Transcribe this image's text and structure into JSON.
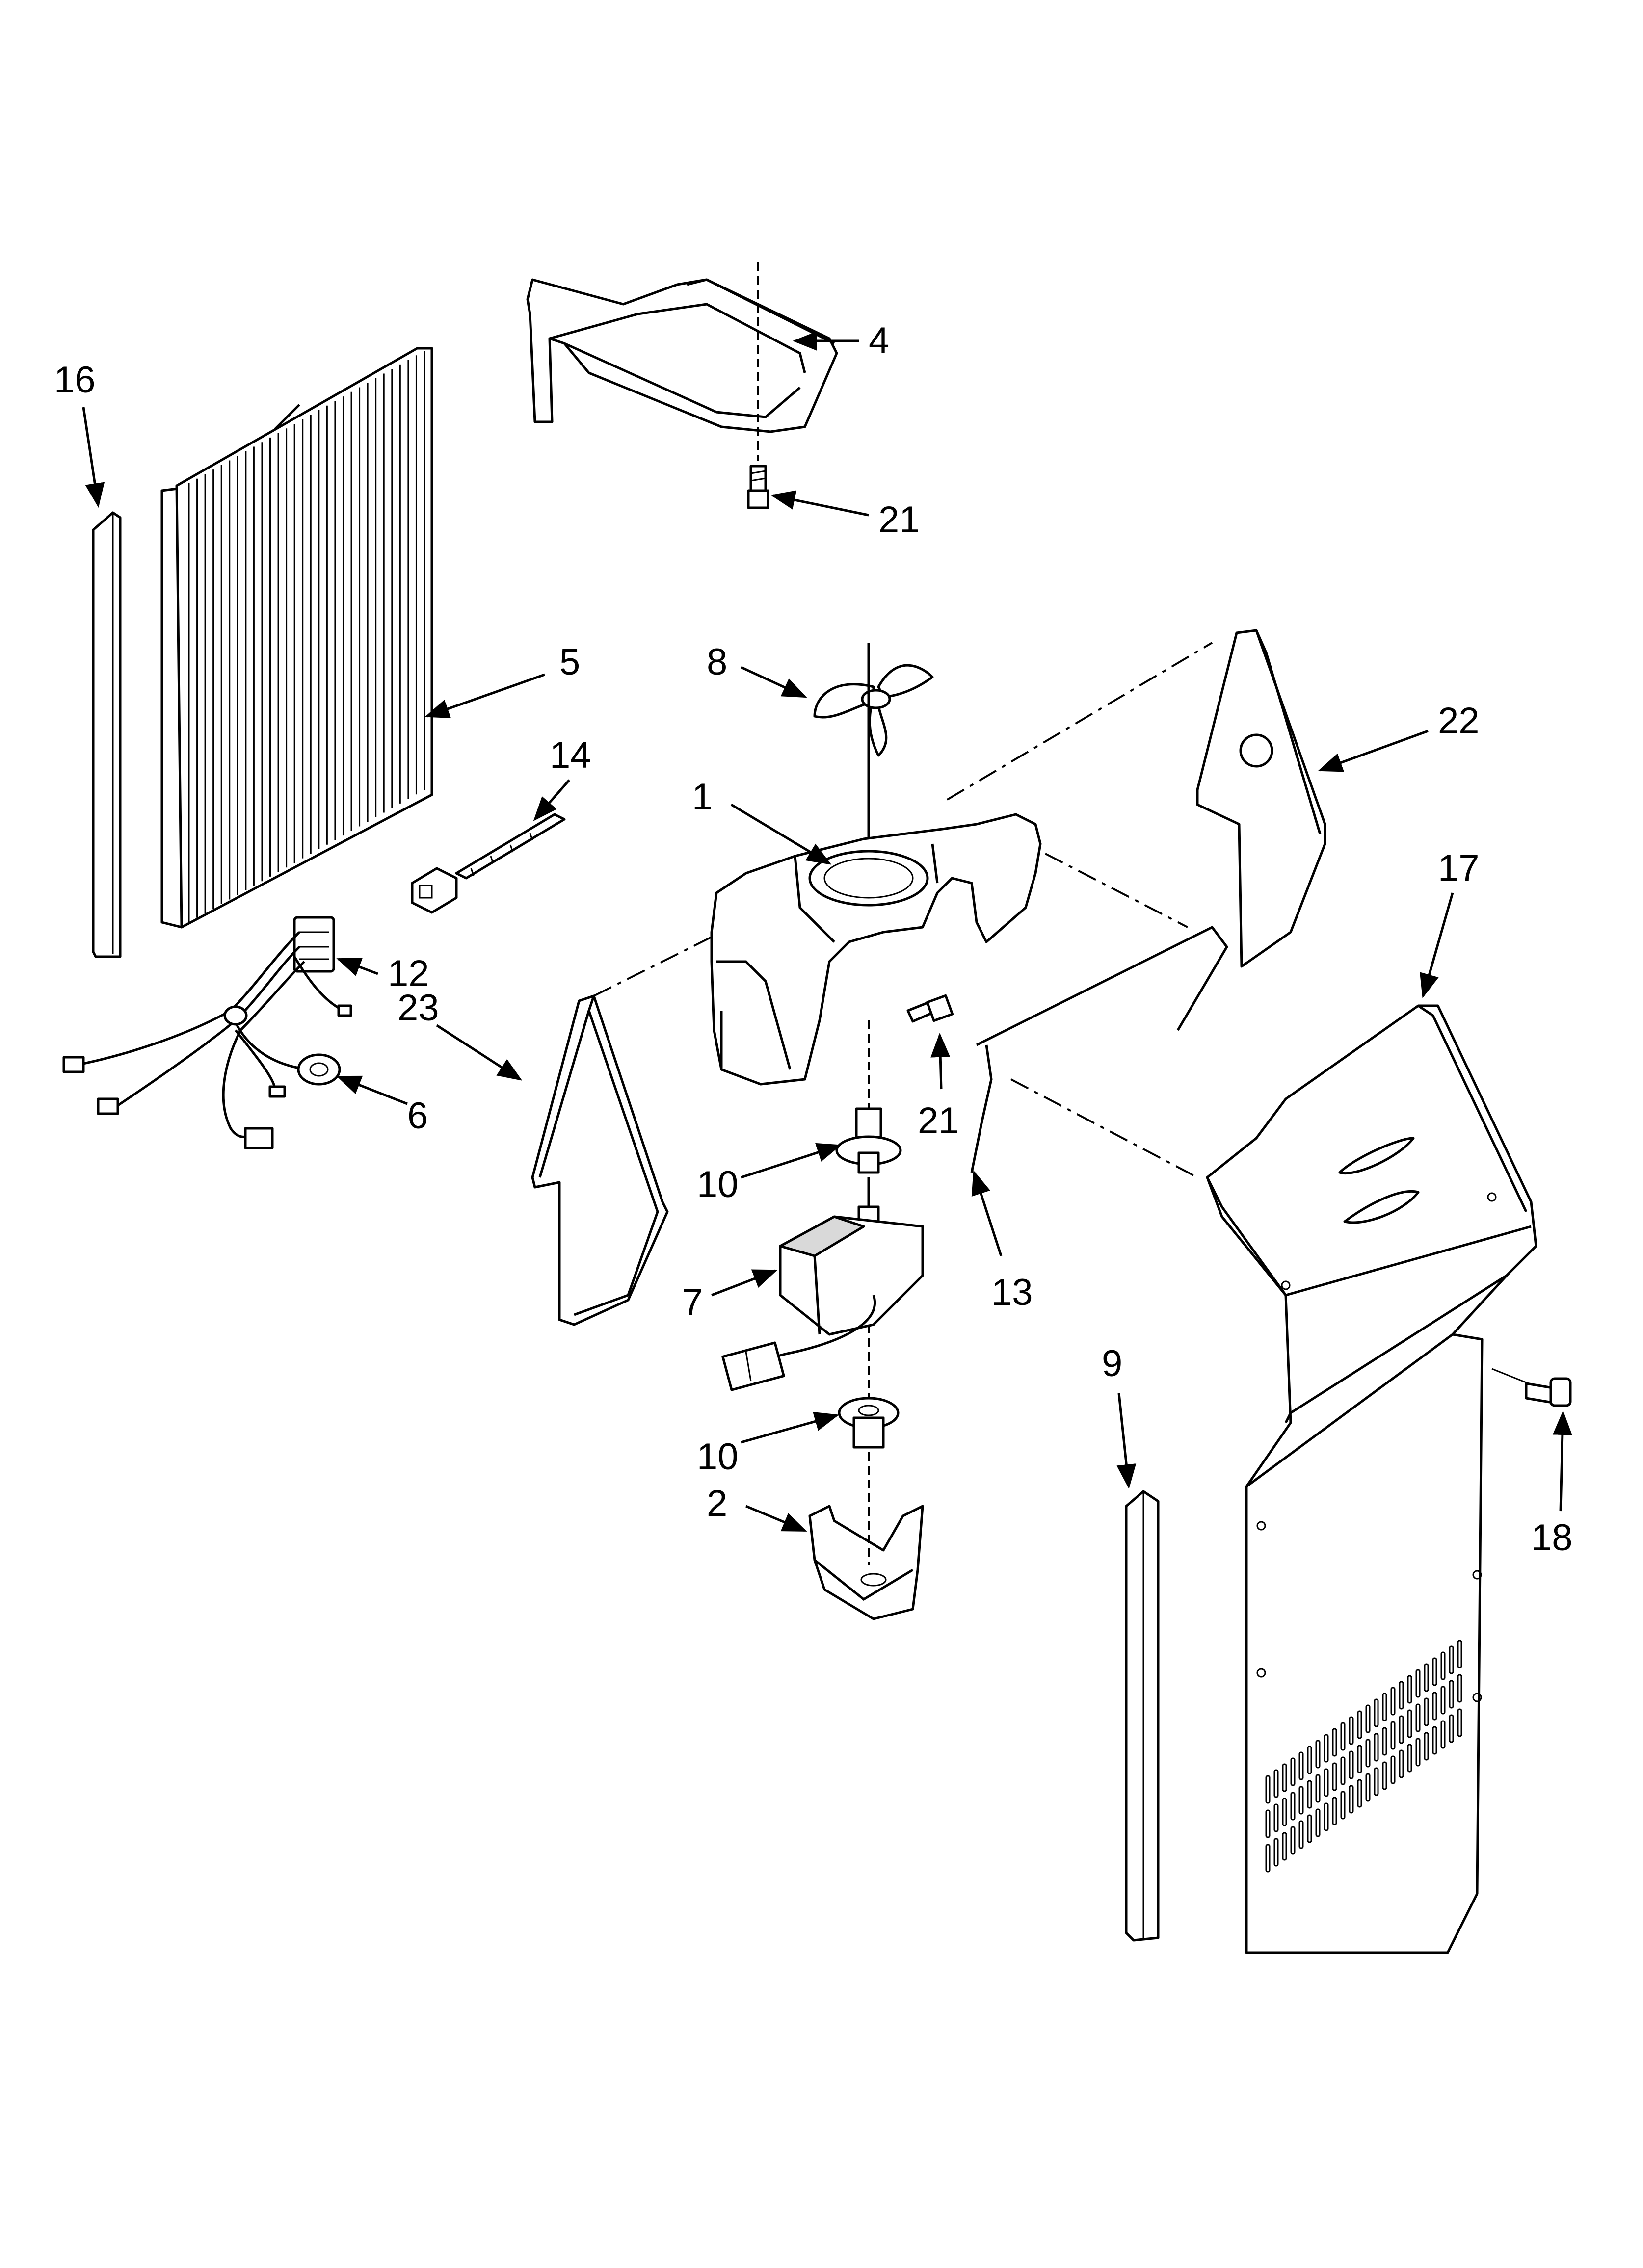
{
  "diagram": {
    "callouts": [
      {
        "id": "c16",
        "text": "16"
      },
      {
        "id": "c4",
        "text": "4"
      },
      {
        "id": "c21a",
        "text": "21"
      },
      {
        "id": "c5",
        "text": "5"
      },
      {
        "id": "c8",
        "text": "8"
      },
      {
        "id": "c22",
        "text": "22"
      },
      {
        "id": "c14",
        "text": "14"
      },
      {
        "id": "c1",
        "text": "1"
      },
      {
        "id": "c17",
        "text": "17"
      },
      {
        "id": "c12",
        "text": "12"
      },
      {
        "id": "c23",
        "text": "23"
      },
      {
        "id": "c6",
        "text": "6"
      },
      {
        "id": "c21b",
        "text": "21"
      },
      {
        "id": "c10a",
        "text": "10"
      },
      {
        "id": "c13",
        "text": "13"
      },
      {
        "id": "c7",
        "text": "7"
      },
      {
        "id": "c9",
        "text": "9"
      },
      {
        "id": "c10b",
        "text": "10"
      },
      {
        "id": "c18",
        "text": "18"
      },
      {
        "id": "c2",
        "text": "2"
      }
    ]
  }
}
